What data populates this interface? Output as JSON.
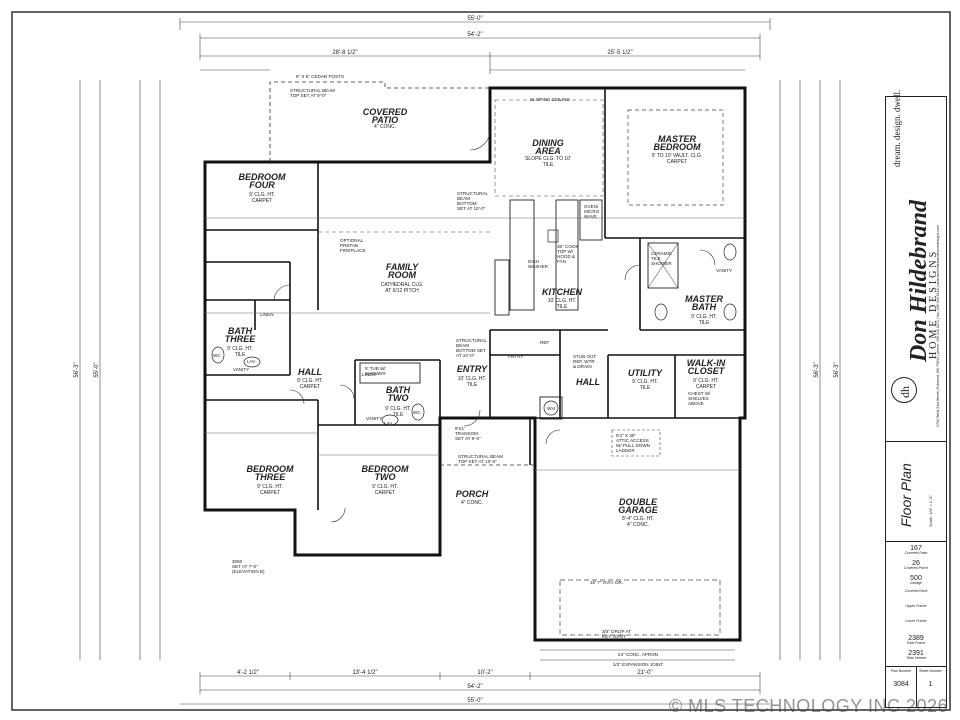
{
  "overall_dims": {
    "top_outer": "55'-0\"",
    "top_inner": "54'-2\"",
    "top_left": "28'-8 1/2\"",
    "top_right": "25'-5 1/2\"",
    "bottom_outer": "55'-0\"",
    "bottom_inner": "54'-2\"",
    "bottom_seg1": "4'-2 1/2\"",
    "bottom_seg2": "13'-4 1/2\"",
    "bottom_seg3": "10'-2\"",
    "bottom_seg4": "21'-0\"",
    "left_outer": "56'-3\"",
    "left_inner": "55'-0\"",
    "right_outer": "56'-3\"",
    "right_inner": "56'-3\""
  },
  "rooms": {
    "covered_patio": {
      "name": "COVERED\nPATIO",
      "sub": "4\" CONC."
    },
    "dining": {
      "name": "DINING\nAREA",
      "sub": "SLOPE CLG. TO 10'\nTILE"
    },
    "master_bed": {
      "name": "MASTER\nBEDROOM",
      "sub": "9' TO 10' VAULT. CLG.\nCARPET"
    },
    "bed_four": {
      "name": "BEDROOM\nFOUR",
      "sub": "9' CLG. HT.\nCARPET"
    },
    "family": {
      "name": "FAMILY\nROOM",
      "sub": "CATHEDRAL CLG.\nAT 6/12 PITCH"
    },
    "kitchen": {
      "name": "KITCHEN",
      "sub": "10' CLG. HT.\nTILE"
    },
    "master_bath": {
      "name": "MASTER\nBATH",
      "sub": "9' CLG. HT.\nTILE"
    },
    "bath_three": {
      "name": "BATH\nTHREE",
      "sub": "9' CLG. HT.\nTILE"
    },
    "hall_left": {
      "name": "HALL",
      "sub": "9' CLG. HT.\nCARPET"
    },
    "bath_two": {
      "name": "BATH\nTWO",
      "sub": "9' CLG. HT.\nTILE"
    },
    "entry": {
      "name": "ENTRY",
      "sub": "10' CLG. HT.\nTILE"
    },
    "hall_mid": {
      "name": "HALL",
      "sub": ""
    },
    "utility": {
      "name": "UTILITY",
      "sub": "9' CLG. HT.\nTILE"
    },
    "walkin": {
      "name": "WALK-IN\nCLOSET",
      "sub": "9' CLG. HT.\nCARPET"
    },
    "bed_three": {
      "name": "BEDROOM\nTHREE",
      "sub": "9' CLG. HT.\nCARPET"
    },
    "bed_two": {
      "name": "BEDROOM\nTWO",
      "sub": "9' CLG. HT.\nCARPET"
    },
    "porch": {
      "name": "PORCH",
      "sub": "4\" CONC."
    },
    "garage": {
      "name": "DOUBLE\nGARAGE",
      "sub": "8'-4\" CLG. HT.\n4\" CONC."
    }
  },
  "notes": {
    "cedar_posts": "6\" X 6\" CEDAR POSTS",
    "struct_beam": "STRUCTURAL BEAM\nTOP SET AT 9'-0\"",
    "sloping_ceiling": "SLOPING CEILING",
    "fireplace": "OPTIONAL\nPREFAB\nFIREPLACE",
    "struct_beam2": "STRUCTURAL\nBEAM\nBOTTOM\nSET AT 10'-0\"",
    "struct_beam3": "STRUCTURAL\nBEAM\nBOTTOM SET\nAT 10'-0\"",
    "cooktop": "36\" COOK\nTOP W/\nHOOD &\nFAN",
    "dishwasher": "DISH\nWASHER",
    "oven": "OVEN/\nMICRO\nWAVE",
    "shower": "CERAMIC\nTILE\nSHOWER",
    "tub": "5' TUB W/\nSHOWER",
    "transom": "8'X1'\nTRANSOM\nSET AT 8'-0\"",
    "beam_garage": "STRUCTURAL BEAM\nTOP SET AT 10'-0\"",
    "attic": "5'4\" X 30\"\nATTIC ACCESS\nW/ PULL DOWN\nLADDER",
    "ohd": "16' 7\" OVH. DR.",
    "drop": "3/4\" DROP AT\nKEY JOINT",
    "apron": "24\" CONC. APRON",
    "expansion": "1/2\" EXPANSION JOINT",
    "elev": "3060\nSET AT 7'-0\"\n(ELEVATION B)",
    "chest": "CHEST W/\nSHELVES\nABOVE",
    "stub": "STUB OUT\nREF. WTR\n& DRAIN",
    "wh": "WH",
    "linen": "LINEN",
    "pantry": "PNTRY",
    "ref": "REF",
    "vanity": "VANITY",
    "lav": "LAV",
    "wc": "WC"
  },
  "brand": {
    "name": "Don Hildebrand",
    "sub": "HOME DESIGNS",
    "tagline": "dream. design. dwell.",
    "contact": "1701 West 31st Street | Edmond, OK 73013 | phone: 405.340.0271 | fax: 405.340.5416 | www.donhildebrandhomedesigns.com",
    "monogram": "dh"
  },
  "sheet": {
    "title": "Floor Plan",
    "scale": "Scale: 1/4\" = 1'-0\""
  },
  "areas": [
    {
      "label": "Covered Patio",
      "value": "167"
    },
    {
      "label": "Covered Porch",
      "value": "26"
    },
    {
      "label": "Garage",
      "value": "500"
    },
    {
      "label": "Covered Deck",
      "value": ""
    },
    {
      "label": "Upper Frame",
      "value": ""
    },
    {
      "label": "Lower Frame",
      "value": ""
    },
    {
      "label": "Total Frame",
      "value": "2389"
    },
    {
      "label": "Total Veneer",
      "value": "2391"
    }
  ],
  "plan_number": {
    "label": "Plan Number",
    "value": "3084"
  },
  "sheet_number": {
    "label": "Sheet Number",
    "value": "1"
  },
  "watermark": "© MLS TECHNOLOGY INC 2026"
}
